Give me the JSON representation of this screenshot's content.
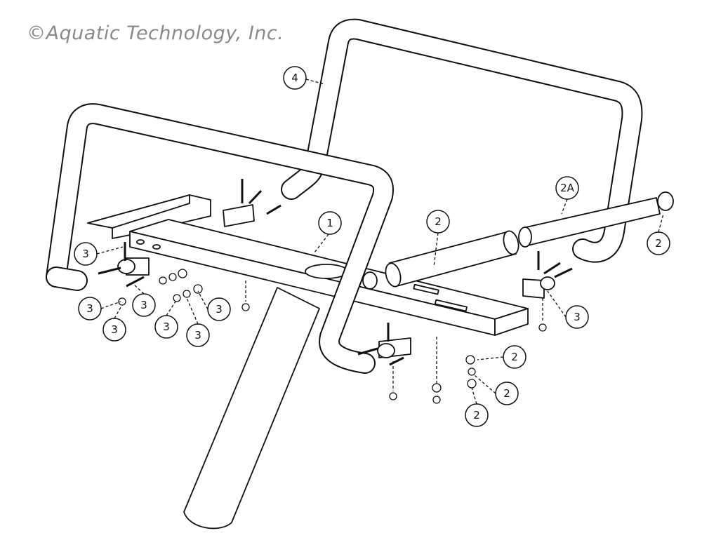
{
  "copyright": "©Aquatic Technology, Inc.",
  "callouts": {
    "frame": "4",
    "crossbar": "1",
    "roller": "2",
    "roller_tube": "2A",
    "end_cap": "2",
    "left_hw_a": "3",
    "left_hw_b": "3",
    "left_hw_c": "3",
    "left_hw_d": "3",
    "left_hw_e": "3",
    "left_hw_f": "3",
    "left_hw_g": "3",
    "right_hw": "3",
    "washer_a": "2",
    "washer_b": "2",
    "nut": "2"
  }
}
